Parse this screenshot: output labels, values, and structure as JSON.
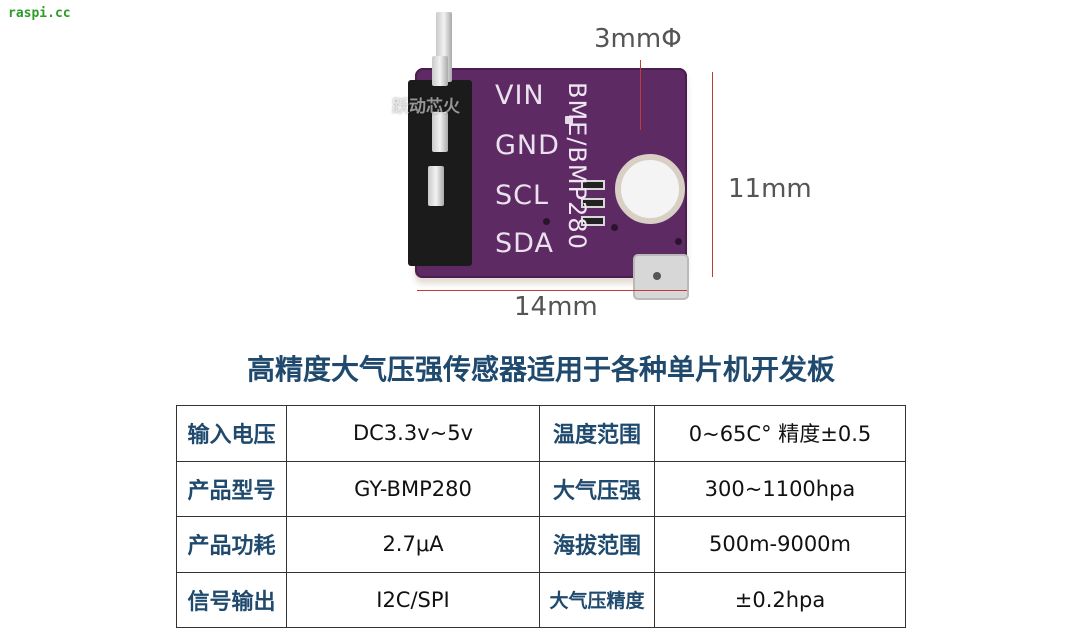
{
  "watermark": "raspi.cc",
  "product": {
    "pins": [
      "VIN",
      "GND",
      "SCL",
      "SDA"
    ],
    "chip_label": "BME/BMP280",
    "brand_overlay": "跃动芯火",
    "board_color": "#5e2a63"
  },
  "dimensions": {
    "hole": "3mmΦ",
    "height": "11mm",
    "width": "14mm"
  },
  "headline": "高精度大气压强传感器适用于各种单片机开发板",
  "specs": [
    {
      "k1": "输入电压",
      "v1": "DC3.3v~5v",
      "k2": "温度范围",
      "v2": "0~65C° 精度±0.5"
    },
    {
      "k1": "产品型号",
      "v1": "GY-BMP280",
      "k2": "大气压强",
      "v2": "300~1100hpa"
    },
    {
      "k1": "产品功耗",
      "v1": "2.7μA",
      "k2": "海拔范围",
      "v2": "500m-9000m"
    },
    {
      "k1": "信号输出",
      "v1": "I2C/SPI",
      "k2": "大气压精度",
      "v2": "±0.2hpa"
    }
  ],
  "colors": {
    "heading": "#1f4a6e",
    "dimension_line": "#c23a3a",
    "watermark": "#2e9b2a"
  }
}
